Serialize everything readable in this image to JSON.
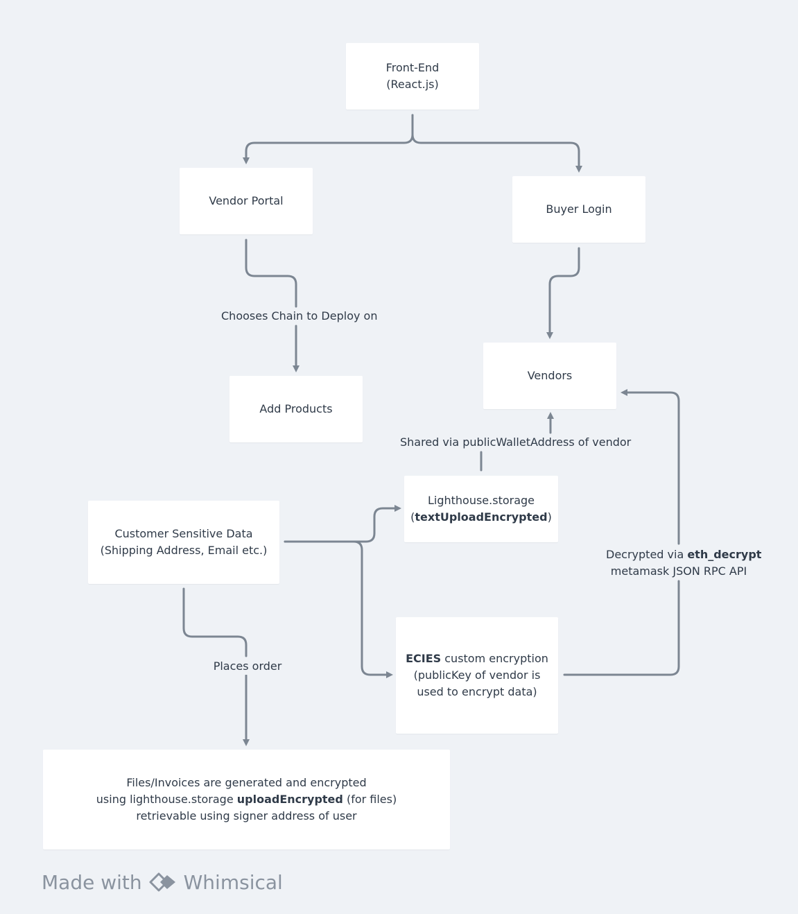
{
  "nodes": {
    "frontend": {
      "line1": "Front-End",
      "line2": "(React.js)"
    },
    "vendor_portal": {
      "label": "Vendor Portal"
    },
    "buyer_login": {
      "label": "Buyer Login"
    },
    "add_products": {
      "label": "Add Products"
    },
    "vendors": {
      "label": "Vendors"
    },
    "lighthouse": {
      "line1": "Lighthouse.storage",
      "line2_pre": "(",
      "line2_bold": "textUploadEncrypted",
      "line2_post": ")"
    },
    "customer_data": {
      "line1": "Customer Sensitive Data",
      "line2": "(Shipping Address, Email etc.)"
    },
    "ecies": {
      "line1_bold": "ECIES",
      "line1_rest": " custom encryption",
      "line2": "(publicKey of vendor is",
      "line3": "used to encrypt data)"
    },
    "files": {
      "line1": "Files/Invoices are generated and encrypted",
      "line2_pre": "using lighthouse.storage ",
      "line2_bold": "uploadEncrypted",
      "line2_post": " (for files)",
      "line3": "retrievable using signer address of user"
    }
  },
  "edge_labels": {
    "chooses_chain": "Chooses Chain to Deploy on",
    "shared_via": "Shared via publicWalletAddress of vendor",
    "decrypted_pre": "Decrypted via ",
    "decrypted_bold": "eth_decrypt",
    "decrypted_line2": "metamask JSON RPC API",
    "places_order": "Places order"
  },
  "footer": {
    "made_with": "Made with",
    "brand": "Whimsical"
  },
  "colors": {
    "background": "#eff2f6",
    "node": "#ffffff",
    "edge": "#7c8692",
    "text": "#2f3a48",
    "footer": "#8a939f"
  }
}
